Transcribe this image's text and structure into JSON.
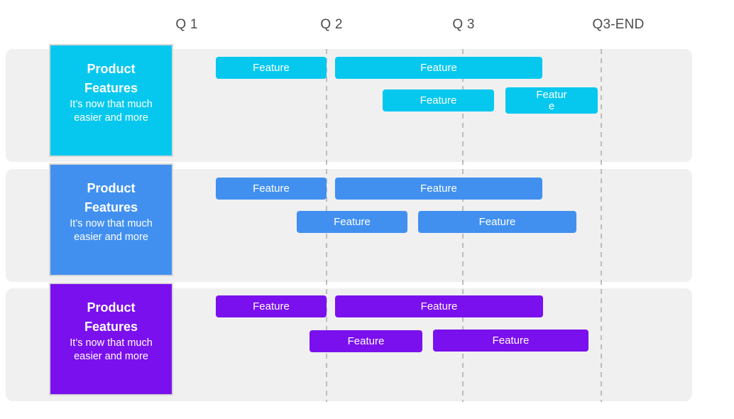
{
  "chart_data": {
    "type": "bar",
    "variant": "gantt-roadmap-timeline",
    "title": "",
    "x_axis": {
      "tick_labels": [
        "Q 1",
        "Q 2",
        "Q 3",
        "Q3-END"
      ],
      "dashed_gridlines_at": [
        "Q 2",
        "Q 3",
        "Q3-END"
      ],
      "unit": "quarter",
      "range_q": [
        1,
        4
      ]
    },
    "legend": "none",
    "lanes": [
      {
        "title": "Product Features",
        "subtitle": "It’s now that much easier and more",
        "accent_color": "#06c8ef",
        "bars": [
          {
            "label": "Feature",
            "start_q": 1.2,
            "end_q": 2.0,
            "stagger_row": 1
          },
          {
            "label": "Feature",
            "start_q": 2.06,
            "end_q": 3.58,
            "stagger_row": 1
          },
          {
            "label": "Feature",
            "start_q": 2.4,
            "end_q": 3.23,
            "stagger_row": 2
          },
          {
            "label": "Feature",
            "start_q": 3.31,
            "end_q": 3.97,
            "stagger_row": 2,
            "text_wrapped": true
          }
        ]
      },
      {
        "title": "Product Features",
        "subtitle": "It’s now that much easier and more",
        "accent_color": "#4190f0",
        "bars": [
          {
            "label": "Feature",
            "start_q": 1.2,
            "end_q": 2.0,
            "stagger_row": 1
          },
          {
            "label": "Feature",
            "start_q": 2.06,
            "end_q": 3.58,
            "stagger_row": 1
          },
          {
            "label": "Feature",
            "start_q": 1.78,
            "end_q": 2.59,
            "stagger_row": 2
          },
          {
            "label": "Feature",
            "start_q": 2.67,
            "end_q": 3.82,
            "stagger_row": 2
          }
        ]
      },
      {
        "title": "Product Features",
        "subtitle": "It’s now that much easier and more",
        "accent_color": "#7b10ee",
        "bars": [
          {
            "label": "Feature",
            "start_q": 1.2,
            "end_q": 2.0,
            "stagger_row": 1
          },
          {
            "label": "Feature",
            "start_q": 2.06,
            "end_q": 3.59,
            "stagger_row": 1
          },
          {
            "label": "Feature",
            "start_q": 1.88,
            "end_q": 2.69,
            "stagger_row": 2
          },
          {
            "label": "Feature",
            "start_q": 2.78,
            "end_q": 3.91,
            "stagger_row": 2
          }
        ]
      }
    ]
  },
  "colors": {
    "lane_background": "#f0f0f0",
    "gridline": "#bdbdbd",
    "axis_label_text": "#4d4d4d",
    "bar_label_text": "#ffffff",
    "card_border": "#d6d6d6",
    "cyan_accent": "#06c8ef",
    "blue_accent": "#4190f0",
    "purple_accent": "#7b10ee"
  }
}
